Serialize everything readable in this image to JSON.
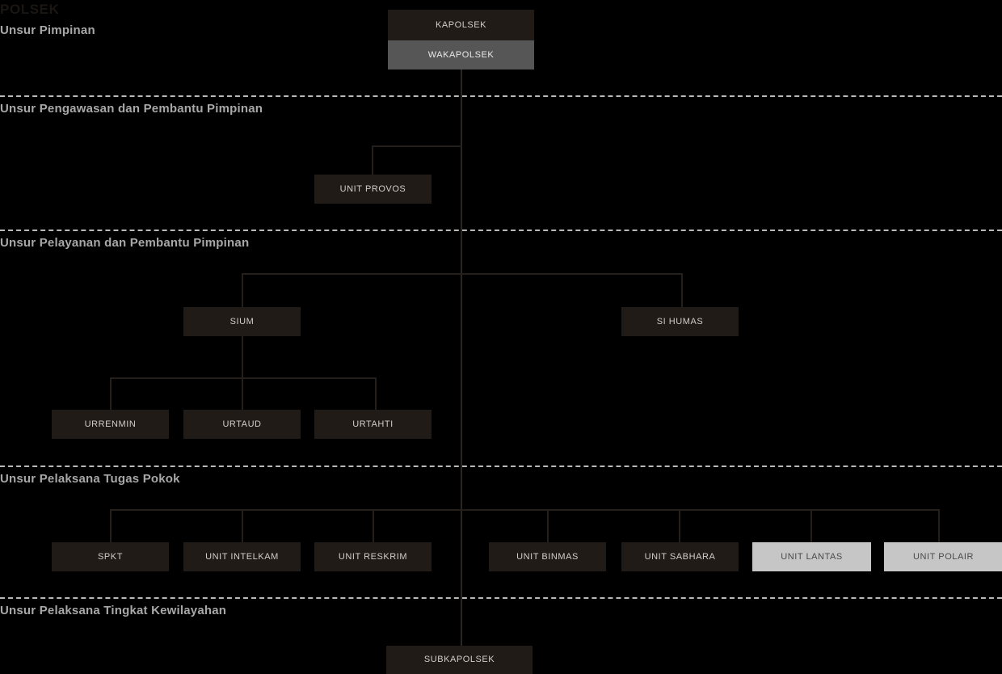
{
  "title": "POLSEK",
  "sections": [
    {
      "id": "pimpinan",
      "label": "Unsur Pimpinan"
    },
    {
      "id": "pengawasan",
      "label": "Unsur Pengawasan dan Pembantu Pimpinan"
    },
    {
      "id": "pelayanan",
      "label": "Unsur Pelayanan dan Pembantu Pimpinan"
    },
    {
      "id": "tugas-pokok",
      "label": "Unsur Pelaksana Tugas Pokok"
    },
    {
      "id": "kewilayahan",
      "label": "Unsur Pelaksana Tingkat Kewilayahan"
    }
  ],
  "nodes": {
    "kapolsek": {
      "label": "KAPOLSEK",
      "style": "dark"
    },
    "wakapolsek": {
      "label": "WAKAPOLSEK",
      "style": "mid"
    },
    "unit_provos": {
      "label": "UNIT PROVOS",
      "style": "dark"
    },
    "sium": {
      "label": "SIUM",
      "style": "dark"
    },
    "si_humas": {
      "label": "SI HUMAS",
      "style": "dark"
    },
    "urrenmin": {
      "label": "URRENMIN",
      "style": "dark"
    },
    "urtaud": {
      "label": "URTAUD",
      "style": "dark"
    },
    "urtahti": {
      "label": "URTAHTI",
      "style": "dark"
    },
    "spkt": {
      "label": "SPKT",
      "style": "dark"
    },
    "unit_intelkam": {
      "label": "UNIT INTELKAM",
      "style": "dark"
    },
    "unit_reskrim": {
      "label": "UNIT RESKRIM",
      "style": "dark"
    },
    "unit_binmas": {
      "label": "UNIT BINMAS",
      "style": "dark"
    },
    "unit_sabhara": {
      "label": "UNIT SABHARA",
      "style": "dark"
    },
    "unit_lantas": {
      "label": "UNIT LANTAS",
      "style": "light"
    },
    "unit_polair": {
      "label": "UNIT POLAIR",
      "style": "light"
    },
    "subkapolsek": {
      "label": "SUBKAPOLSEK",
      "style": "dark"
    }
  },
  "colors": {
    "background": "#000000",
    "box_dark": "#201b17",
    "box_mid": "#565656",
    "box_light": "#c6c6c6",
    "text_dark_box": "#d2cdc8",
    "text_light_box": "#4a4a4a",
    "section_label": "#a8a8a8",
    "divider": "#b9b9b9",
    "connector": "#241f1b"
  }
}
